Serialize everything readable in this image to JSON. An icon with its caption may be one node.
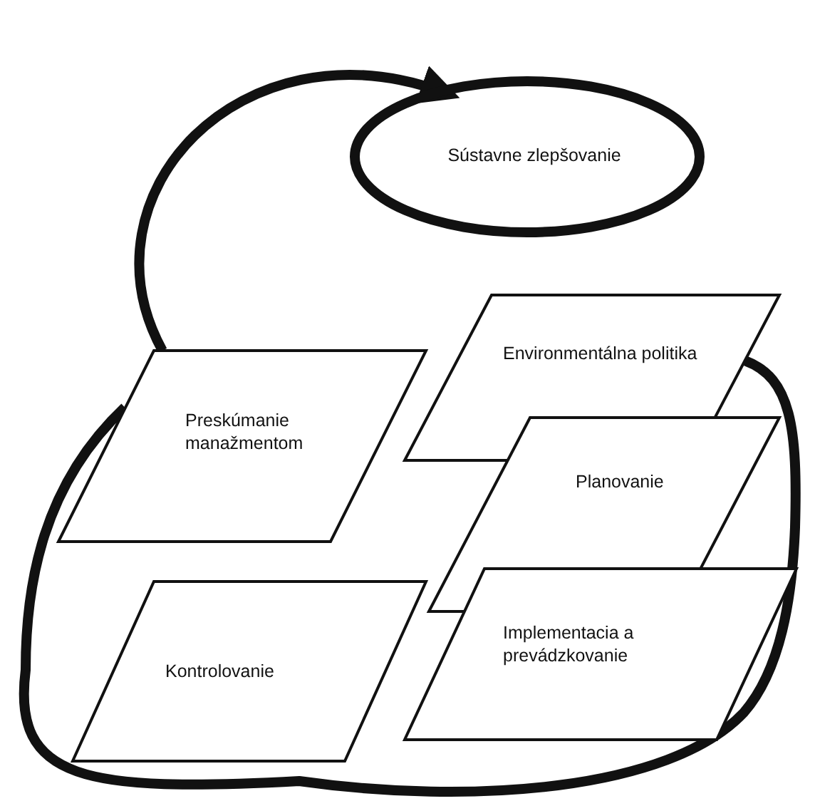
{
  "diagram": {
    "nodes": [
      {
        "text": [
          "Sústavne zlepšovanie"
        ]
      },
      {
        "text": [
          "Environmentálna politika"
        ]
      },
      {
        "text": [
          "Preskúmanie manažmentom"
        ]
      },
      {
        "text": [
          "Planovanie"
        ]
      },
      {
        "text": [
          "Implementacia a prevádzkovanie"
        ]
      },
      {
        "text": [
          "Kontrolovanie"
        ]
      }
    ],
    "edges": [
      {
        "from": 2,
        "to": 0,
        "arrow": "to"
      },
      {
        "from": 1,
        "to": 2,
        "arrow": "none"
      }
    ]
  }
}
